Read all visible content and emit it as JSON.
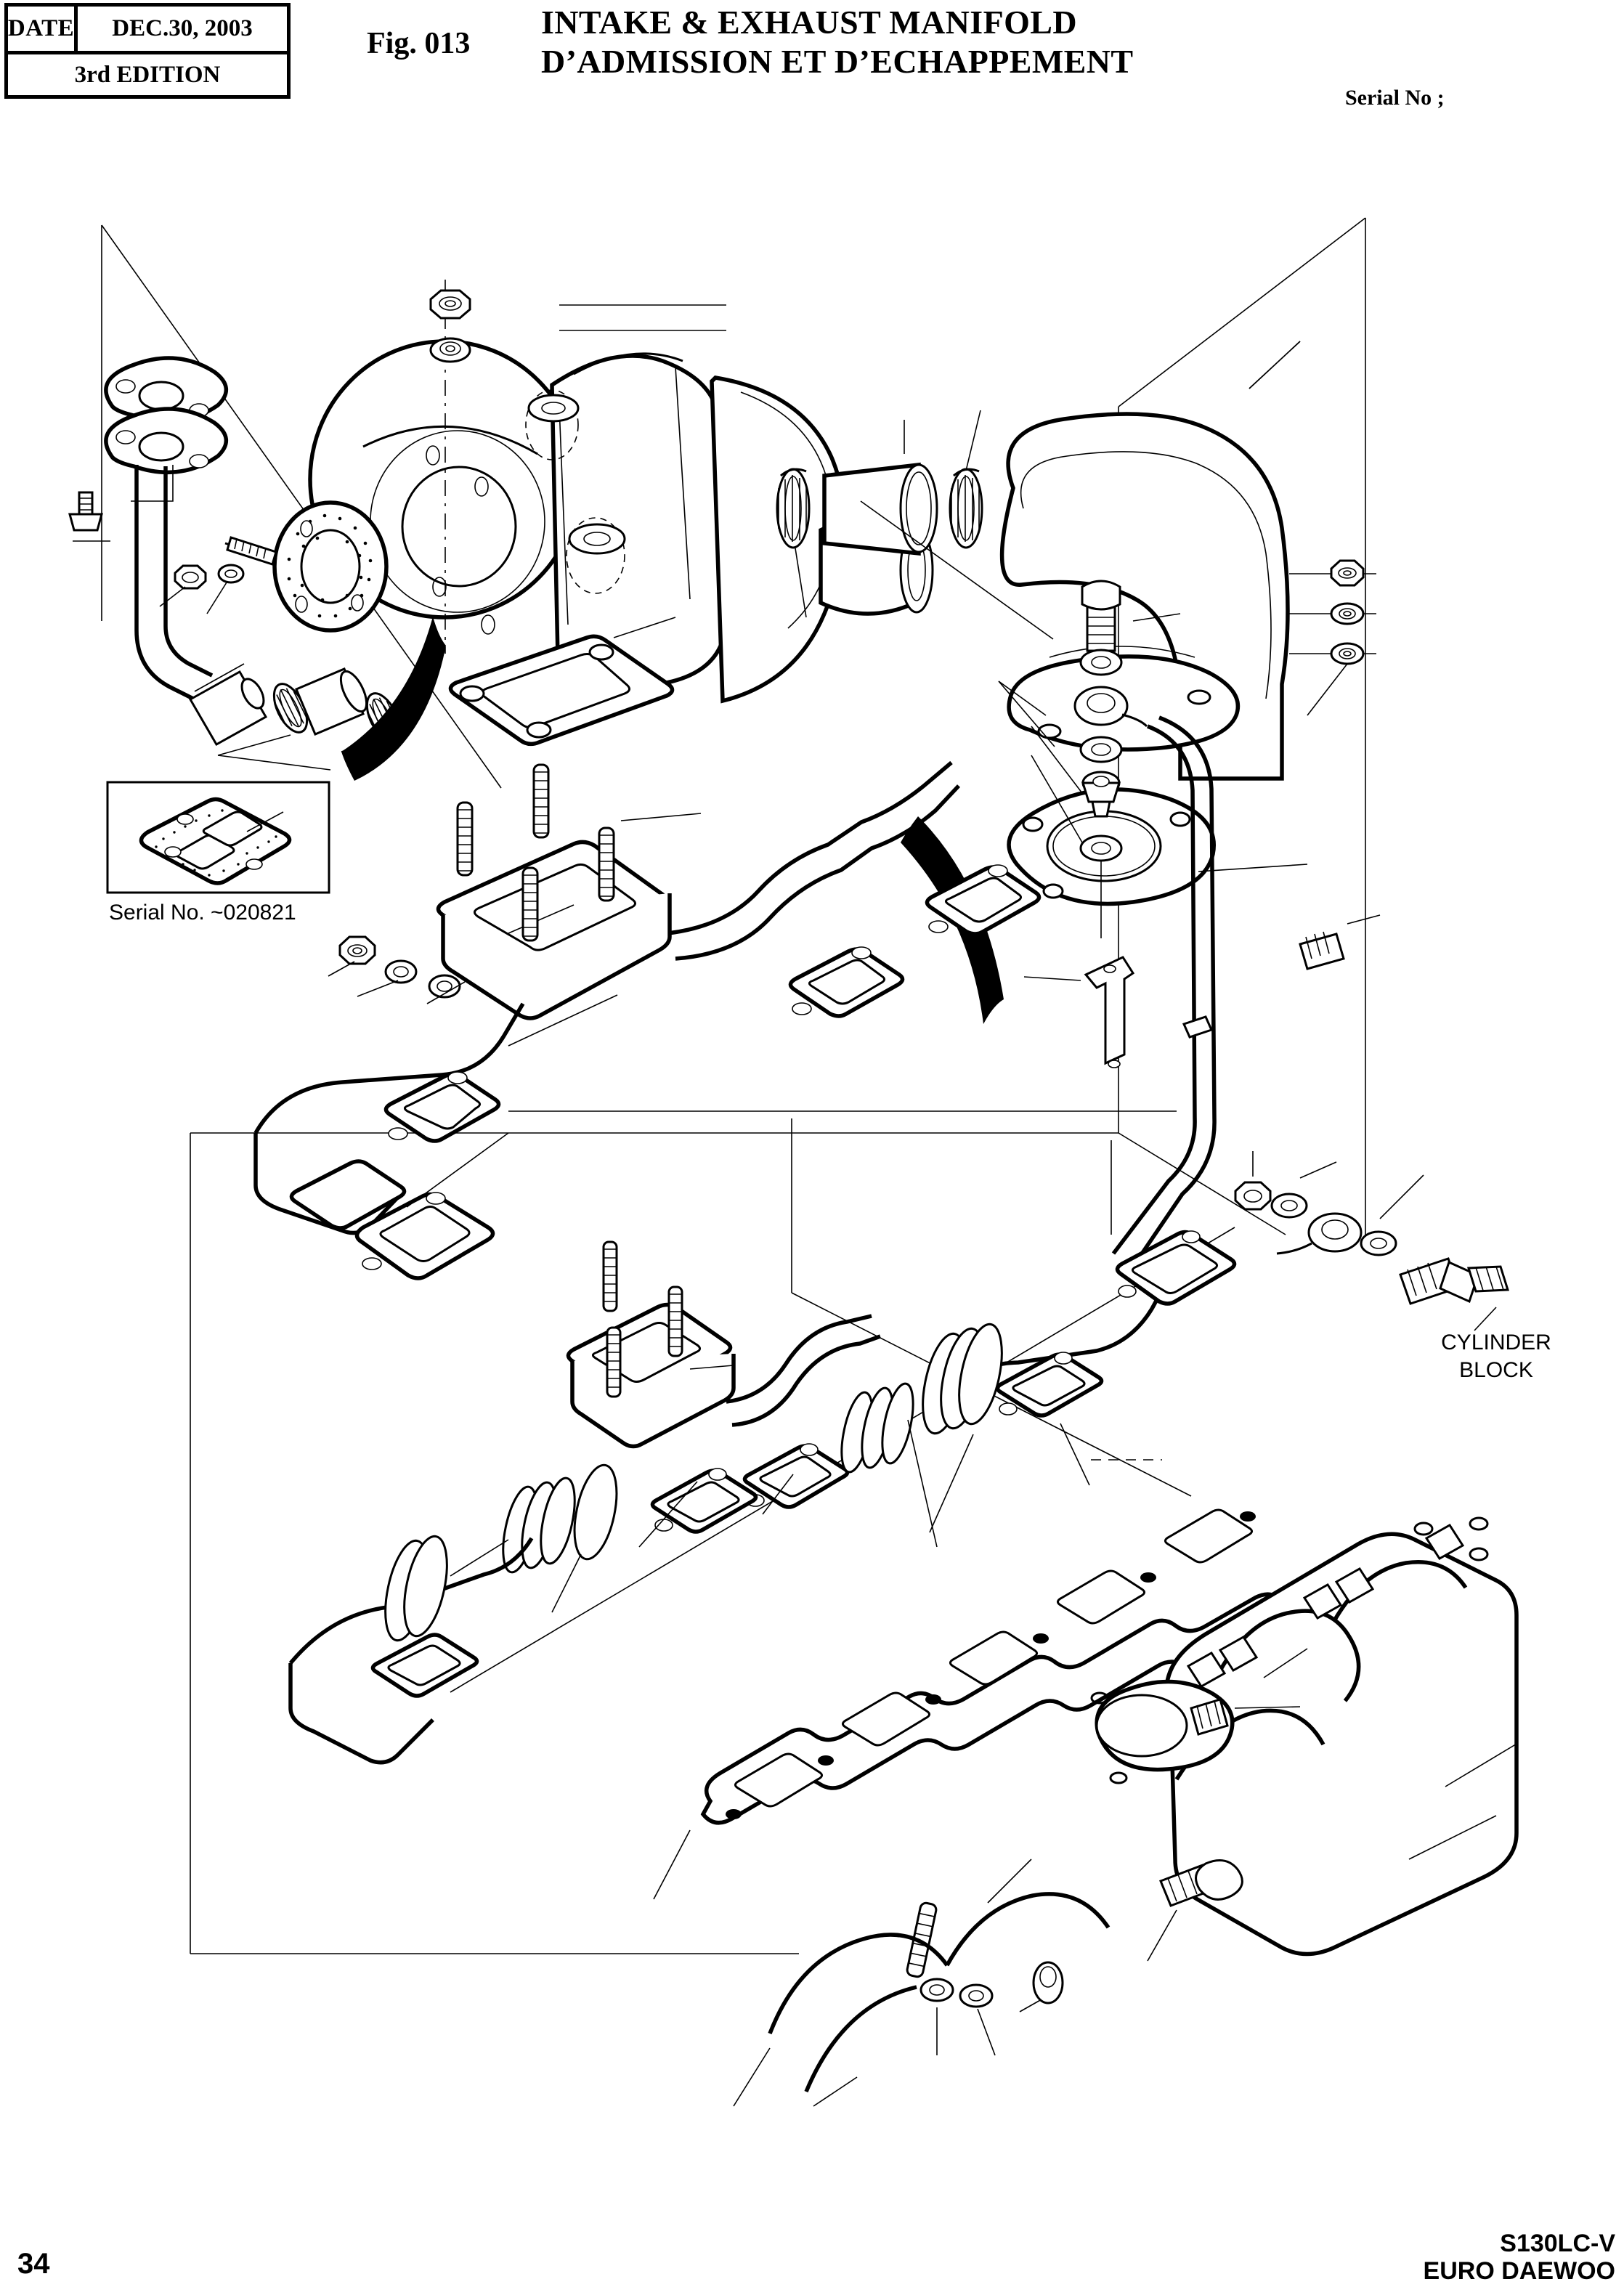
{
  "header": {
    "date_label": "DATE",
    "date_value": "DEC.30, 2003",
    "edition": "3rd  EDITION",
    "figure_number": "Fig. 013",
    "title_line1": "INTAKE & EXHAUST MANIFOLD",
    "title_line2": "D’ADMISSION ET D’ECHAPPEMENT",
    "serial_no_label": "Serial No ;"
  },
  "diagram": {
    "inset_caption": "Serial No. ~020821",
    "cylinder_block_line1": "CYLINDER",
    "cylinder_block_line2": "BLOCK",
    "parts": [
      {
        "name": "turbocharger",
        "description": "Turbocharger assembly with compressor housing and turbine housing"
      },
      {
        "name": "turbo-mounting-gasket",
        "description": "Round stippled gasket at turbo compressor flange"
      },
      {
        "name": "oil-drain-tube",
        "description": "Oil return tube with two oval flange gaskets"
      },
      {
        "name": "oil-drain-hose",
        "description": "Rubber hose sleeve with two worm clamps"
      },
      {
        "name": "intake-hose",
        "description": "Rubber hose between turbo outlet and intake elbow, two worm clamps"
      },
      {
        "name": "intake-elbow-pipe",
        "description": "Curved intake pipe with triangular mounting flange"
      },
      {
        "name": "elbow-flange-gasket",
        "description": "Triangular gasket for intake elbow"
      },
      {
        "name": "turbo-manifold-gasket",
        "description": "Rectangular two-port gasket between turbo and exhaust manifold"
      },
      {
        "name": "exhaust-manifold-upper",
        "description": "Exhaust manifold casting with turbo mounting pad and stud bolts"
      },
      {
        "name": "exhaust-port-gaskets",
        "description": "Individual exhaust port flange gaskets"
      },
      {
        "name": "oil-feed-line",
        "description": "Oil supply line with banjo fittings, sealing washers and bolt"
      },
      {
        "name": "line-clamp-bracket",
        "description": "Tube clamp bracket with mounting bolt"
      },
      {
        "name": "exhaust-manifold-lower",
        "description": "Lower exhaust manifold section with slip joints and seal rings"
      },
      {
        "name": "slip-joint-seal-rings",
        "description": "Exhaust slip joint sealing ring sets"
      },
      {
        "name": "intake-manifold",
        "description": "Intake manifold casting"
      },
      {
        "name": "intake-manifold-gasket",
        "description": "Multi-port intake manifold gasket"
      },
      {
        "name": "nuts-washers",
        "description": "Hex nuts, lock washers and plain washers"
      },
      {
        "name": "stud-bolts",
        "description": "Threaded stud bolts"
      },
      {
        "name": "hex-bolts",
        "description": "Hex head cap screws"
      }
    ]
  },
  "footer": {
    "page_number": "34",
    "model": "S130LC-V",
    "brand": "EURO DAEWOO"
  }
}
